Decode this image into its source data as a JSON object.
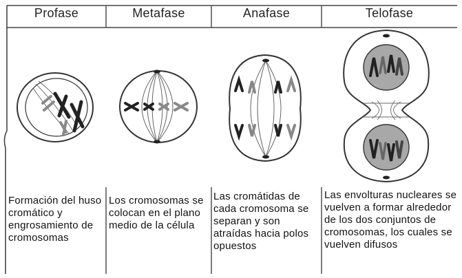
{
  "phases": [
    {
      "name": "Profase",
      "description": "Formación del huso cromático y engrosamiento de cromosomas"
    },
    {
      "name": "Metafase",
      "description": "Los cromosomas se colocan en el plano medio de la célula"
    },
    {
      "name": "Anafase",
      "description": "Las cromátidas de cada cromosoma se separan y son atraídas hacia polos opuestos"
    },
    {
      "name": "Telofase",
      "description": "Las envolturas nucleares se vuelven a formar alrededor de los dos conjuntos de cromosomas, los cuales se vuelven difusos"
    }
  ],
  "colors": {
    "line": "#444444",
    "chromosome": "#222222",
    "chromatid_light": "#8a8a8a",
    "nucleus_fill": "#a8a8a8"
  }
}
